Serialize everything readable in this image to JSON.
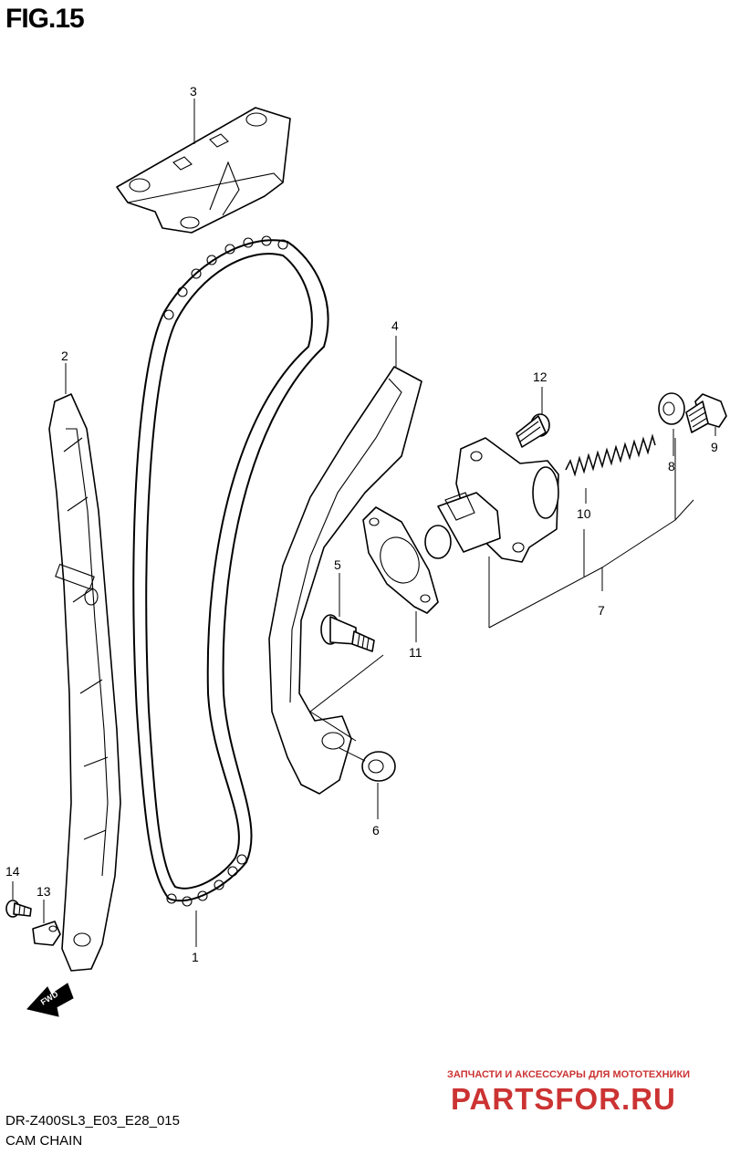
{
  "figure": {
    "title": "FIG.15",
    "model_code": "DR-Z400SL3_E03_E28_015",
    "section_name": "CAM CHAIN"
  },
  "callouts": {
    "p1": "1",
    "p2": "2",
    "p3": "3",
    "p4": "4",
    "p5": "5",
    "p6": "6",
    "p7": "7",
    "p8": "8",
    "p9": "9",
    "p10": "10",
    "p11": "11",
    "p12": "12",
    "p13": "13",
    "p14": "14"
  },
  "direction_marker": {
    "label": "FWD",
    "icon": "forward-arrow-icon"
  },
  "watermark": {
    "tagline": "ЗАПЧАСТИ И АКСЕССУАРЫ ДЛЯ МОТОТЕХНИКИ",
    "logo_text": "PARTSFOR.RU",
    "color": "#cc3333"
  }
}
